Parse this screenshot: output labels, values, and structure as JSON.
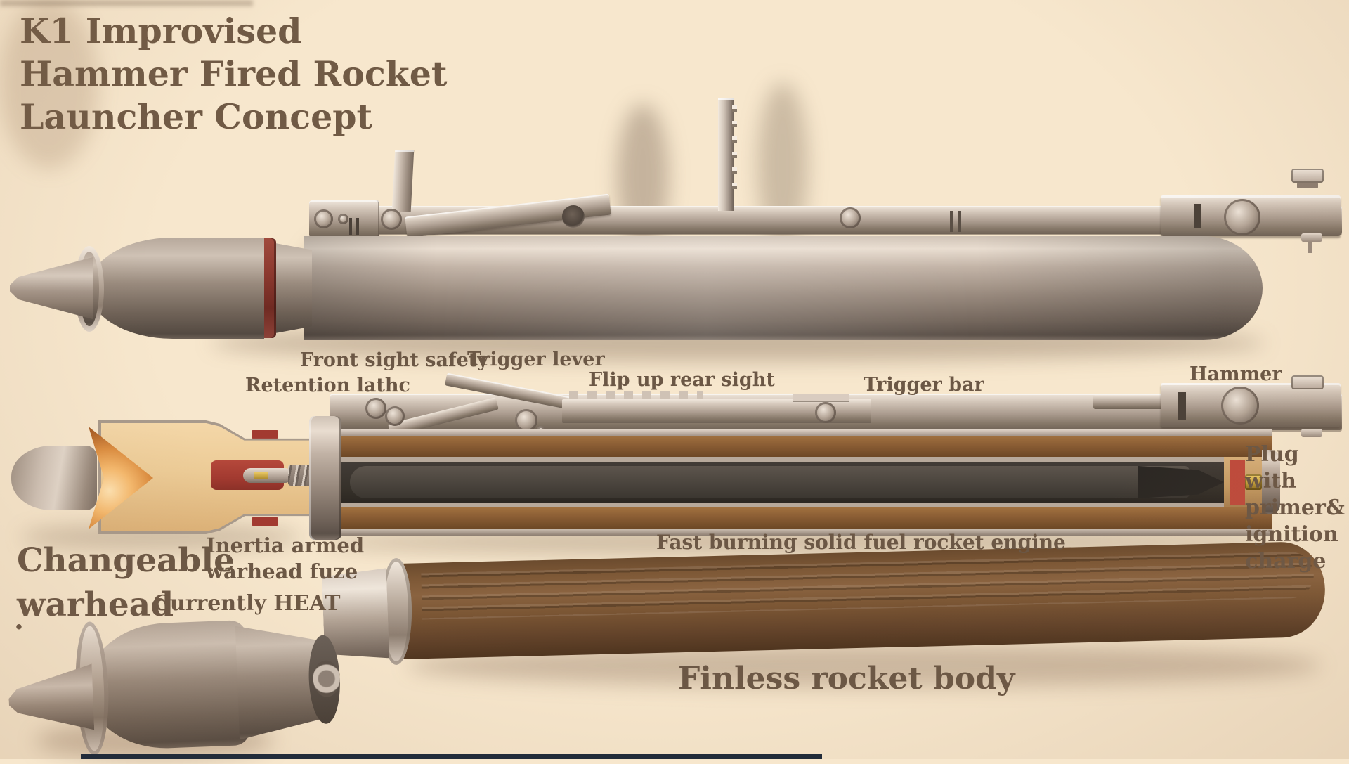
{
  "title": {
    "text": "K1 Improvised\nHammer Fired Rocket\nLauncher Concept"
  },
  "annotations": {
    "front_sight_safety": "Front sight safety",
    "trigger_lever": "Trigger lever",
    "retention_latch": "Retention lathc",
    "flip_up_rear_sight": "Flip up rear sight",
    "trigger_bar": "Trigger bar",
    "hammer": "Hammer",
    "plug_with_primer": "Plug with\nprimer&\nignition\ncharge",
    "inertia_armed_fuze": "Inertia armed\nwarhead fuze",
    "changeable_warhead": "Changeable\nwarhead",
    "currently_heat": "Currently HEAT",
    "fast_burning_engine": "Fast burning solid fuel rocket engine",
    "finless_rocket_body": "Finless rocket body",
    "stray_period": "."
  },
  "colors": {
    "background": "#f7e7cd",
    "text": "#6b5745",
    "steel_light": "#ddd1c5",
    "steel_mid": "#a5968a",
    "steel_dark": "#6b5e54",
    "red_band": "#8d3a31",
    "copper": "#e09a54",
    "explosive_filler": "#eec795",
    "fuze_red": "#a93e33",
    "liner_brown": "#8a5f38",
    "rocket_brown": "#755334",
    "plug_tan": "#c89e68",
    "primer_red": "#bf4a3c",
    "brass": "#c9a43e",
    "interior_dark": "#3a3531",
    "motor_gray": "#4f4842",
    "bottom_bar": "#222c3a"
  }
}
